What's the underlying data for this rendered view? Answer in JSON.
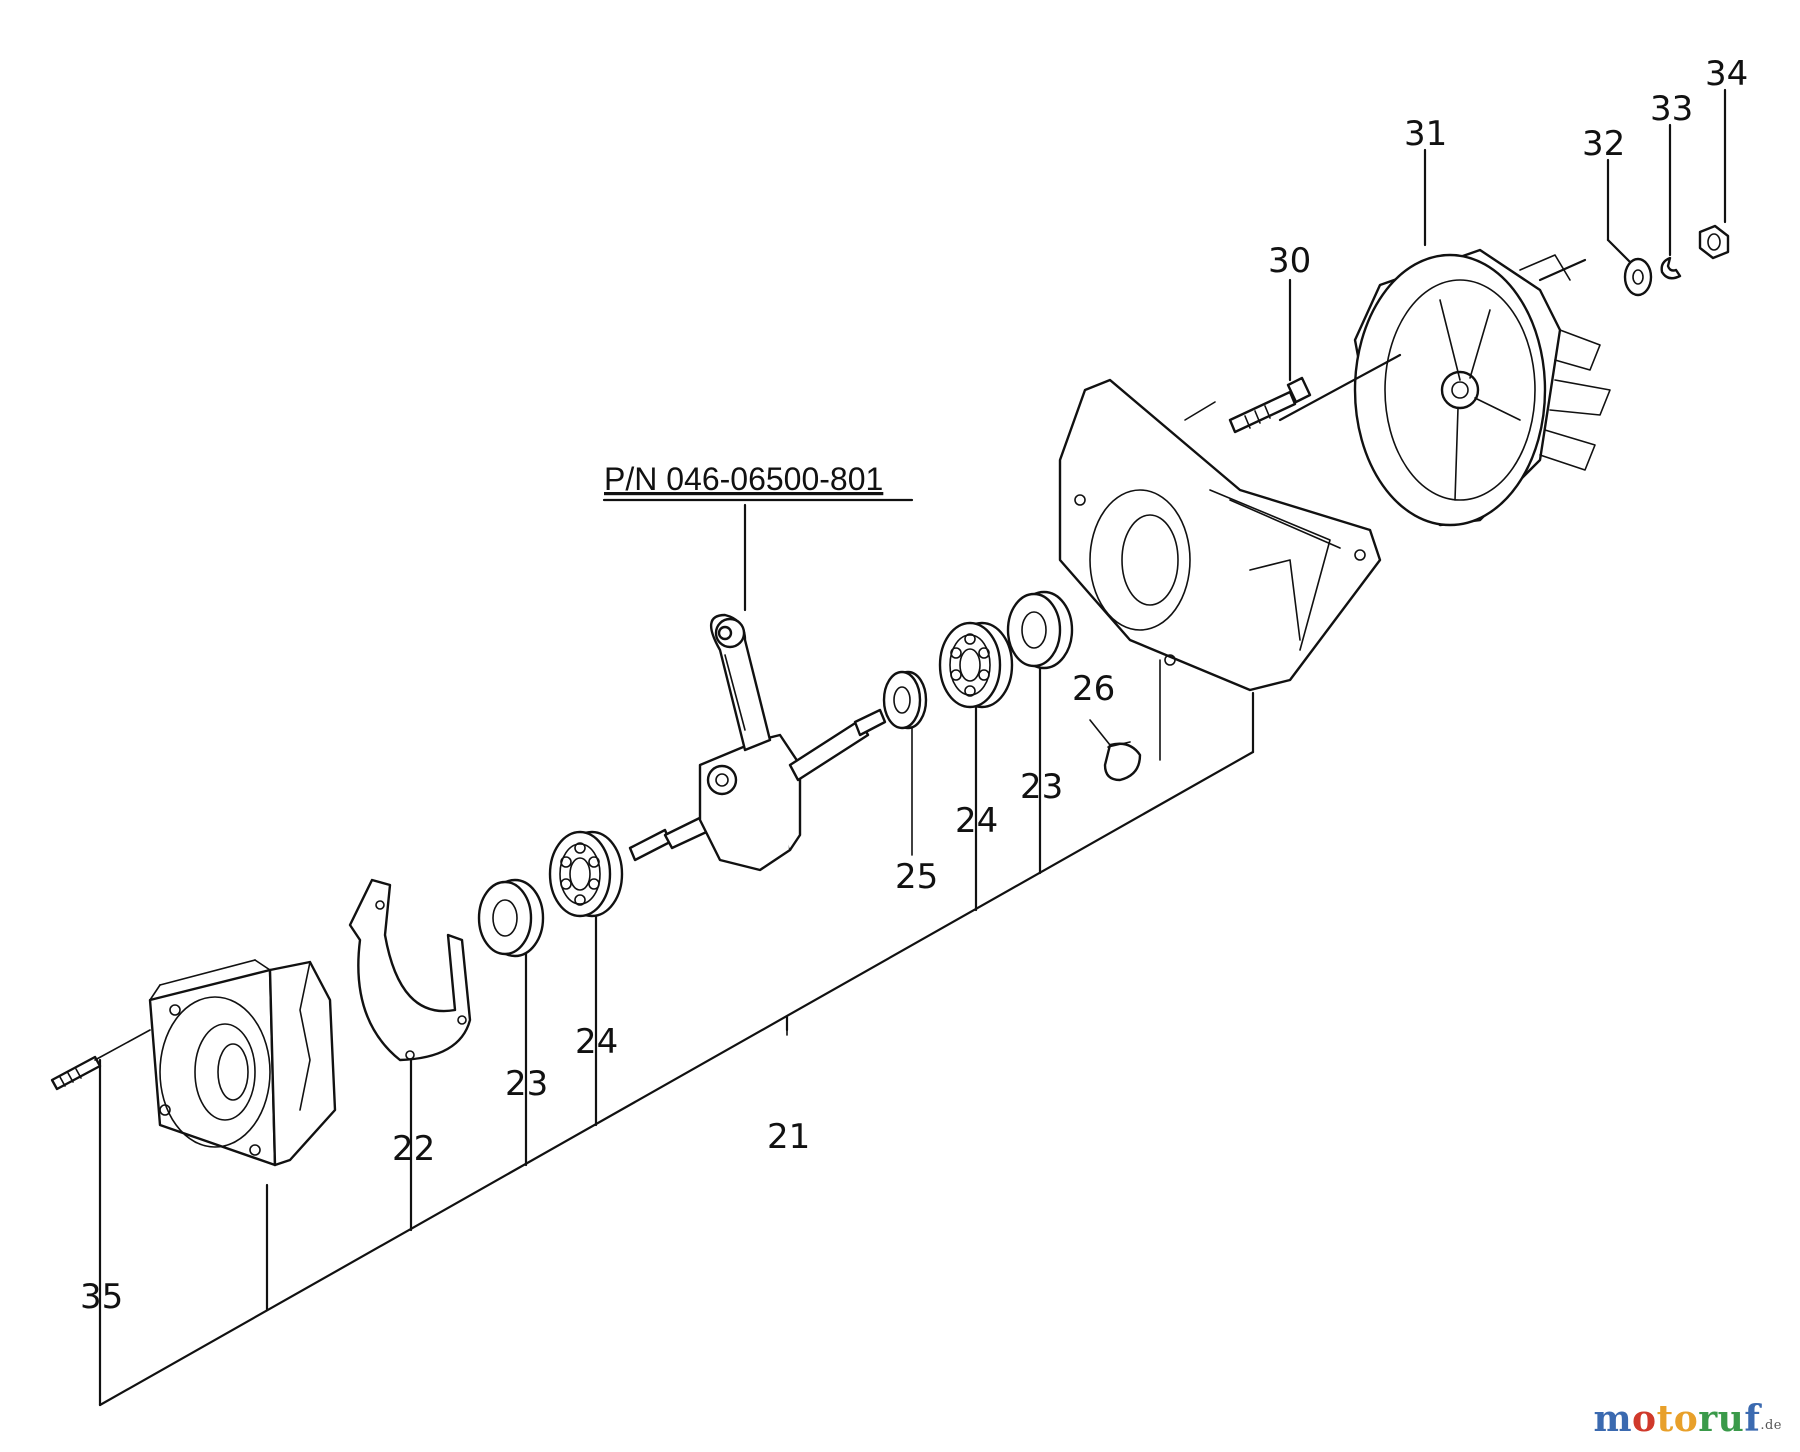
{
  "diagram": {
    "kit_label": "P/N 046-06500-801",
    "parts": [
      {
        "id": "p21",
        "number": "21"
      },
      {
        "id": "p22",
        "number": "22"
      },
      {
        "id": "p23a",
        "number": "23"
      },
      {
        "id": "p24a",
        "number": "24"
      },
      {
        "id": "p25",
        "number": "25"
      },
      {
        "id": "p24b",
        "number": "24"
      },
      {
        "id": "p23b",
        "number": "23"
      },
      {
        "id": "p26",
        "number": "26"
      },
      {
        "id": "p30",
        "number": "30"
      },
      {
        "id": "p31",
        "number": "31"
      },
      {
        "id": "p32",
        "number": "32"
      },
      {
        "id": "p33",
        "number": "33"
      },
      {
        "id": "p34",
        "number": "34"
      },
      {
        "id": "p35",
        "number": "35"
      }
    ]
  },
  "watermark": {
    "brand_parts": [
      "m",
      "o",
      "to",
      "ru",
      "f"
    ],
    "suffix": ".de",
    "colors": [
      "#3b6ab0",
      "#d0392b",
      "#e8a02a",
      "#3a9a4a",
      "#3b6ab0"
    ]
  }
}
